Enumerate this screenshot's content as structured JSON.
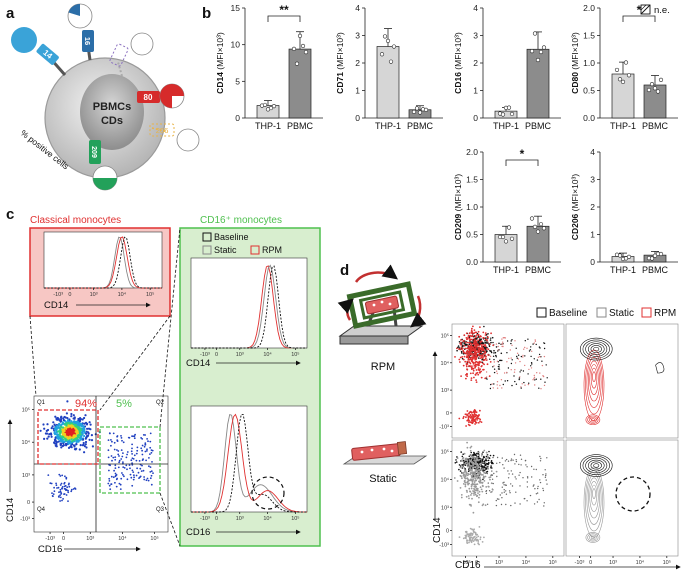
{
  "panels": {
    "a": "a",
    "b": "b",
    "c": "c",
    "d": "d"
  },
  "panel_a": {
    "cell_label": "PBMCs",
    "cd_label": "CDs",
    "side_label": "% positive cells",
    "markers": [
      "14",
      "16",
      "80",
      "206",
      "209"
    ],
    "colors": {
      "cd14": "#3aa3d8",
      "cd16": "#2b6ea8",
      "cd80": "#d62b2b",
      "cd206": "#e8b44a",
      "cd209": "#23a15a",
      "cd71": "#8a6fbf"
    }
  },
  "panel_b": {
    "legend": "n.e.",
    "categories": [
      "THP-1",
      "PBMC"
    ],
    "charts": [
      {
        "id": "cd14",
        "marker": "CD14",
        "unit": "(MFI×10³)",
        "ylim": [
          0,
          15
        ],
        "ticks": [
          "0",
          "5",
          "10",
          "15"
        ],
        "values": [
          1.7,
          9.4
        ],
        "sig": "**"
      },
      {
        "id": "cd71",
        "marker": "CD71",
        "unit": "(MFI×10³)",
        "ylim": [
          0,
          4
        ],
        "ticks": [
          "0",
          "1",
          "2",
          "3",
          "4"
        ],
        "values": [
          2.6,
          0.3
        ],
        "sig": ""
      },
      {
        "id": "cd16",
        "marker": "CD16",
        "unit": "(MFI×10³)",
        "ylim": [
          0,
          4
        ],
        "ticks": [
          "0",
          "1",
          "2",
          "3",
          "4"
        ],
        "values": [
          0.25,
          2.5
        ],
        "sig": ""
      },
      {
        "id": "cd80",
        "marker": "CD80",
        "unit": "(MFI×10³)",
        "ylim": [
          0,
          2.0
        ],
        "ticks": [
          "0.0",
          "0.5",
          "1.0",
          "1.5",
          "2.0"
        ],
        "values": [
          0.8,
          0.6
        ],
        "sig": "*"
      },
      {
        "id": "cd209",
        "marker": "CD209",
        "unit": "(MFI×10³)",
        "ylim": [
          0,
          2.0
        ],
        "ticks": [
          "0.0",
          "0.5",
          "1.0",
          "1.5",
          "2.0"
        ],
        "values": [
          0.5,
          0.65
        ],
        "sig": "*"
      },
      {
        "id": "cd206",
        "marker": "CD206",
        "unit": "(MFI×10³)",
        "ylim": [
          0,
          4
        ],
        "ticks": [
          "0",
          "1",
          "2",
          "3",
          "4"
        ],
        "values": [
          0.2,
          0.25
        ],
        "sig": ""
      }
    ]
  },
  "panel_c": {
    "classical_title": "Classical monocytes",
    "cd16_title": "CD16⁺ monocytes",
    "legend": [
      "Baseline",
      "Static",
      "RPM"
    ],
    "legend_colors": [
      "#111111",
      "#888888",
      "#e03030"
    ],
    "pct_classical": "94%",
    "pct_cd16": "5%",
    "quadrants": [
      "Q1",
      "Q2",
      "Q3",
      "Q4"
    ],
    "x_label": "CD16",
    "y_label": "CD14",
    "hist_cd14_label": "CD14",
    "hist_cd16_label": "CD16",
    "x_ticks": [
      "-10³",
      "0",
      "10³",
      "10⁴",
      "10⁵"
    ],
    "y_ticks": [
      "-10³",
      "0",
      "10³",
      "10⁴",
      "10⁵"
    ]
  },
  "panel_d": {
    "rpm_label": "RPM",
    "static_label": "Static",
    "legend": [
      "Baseline",
      "Static",
      "RPM"
    ],
    "legend_colors": [
      "#111111",
      "#888888",
      "#e03030"
    ],
    "x_label": "CD16",
    "y_label": "CD14",
    "x_ticks": [
      "-10³",
      "0",
      "10³",
      "10⁴",
      "10⁵"
    ],
    "y_ticks": [
      "-10³",
      "0",
      "10³",
      "10⁴",
      "10⁵"
    ]
  }
}
